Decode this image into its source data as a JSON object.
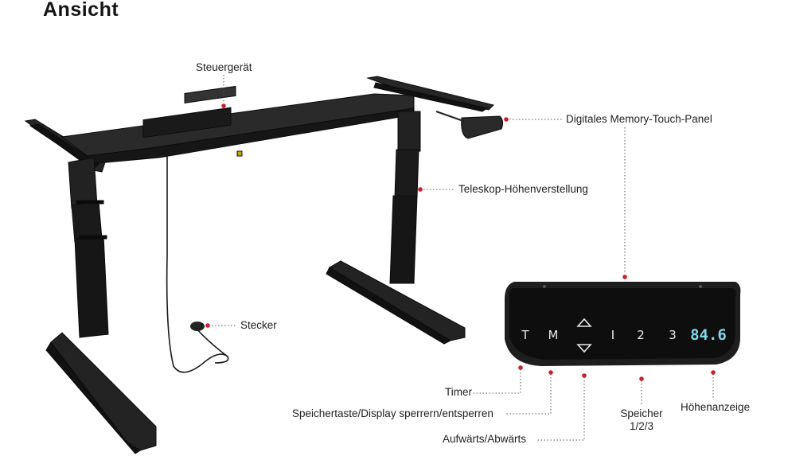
{
  "title": "Ansicht",
  "labels": {
    "steuergeraet": "Steuergerät",
    "touch_panel": "Digitales Memory-Touch-Panel",
    "teleskop": "Teleskop-Höhenverstellung",
    "stecker": "Stecker",
    "timer": "Timer",
    "speichertaste": "Speichertaste/Display sperrern/entsperren",
    "aufwaerts": "Aufwärts/Abwärts",
    "speicher_line1": "Speicher",
    "speicher_line2": "1/2/3",
    "hoehenanzeige": "Höhenanzeige"
  },
  "panel": {
    "key_t": "T",
    "key_m": "M",
    "key_1": "I",
    "key_2": "2",
    "key_3": "3",
    "display": "84.6"
  },
  "colors": {
    "marker": "#cc1f2d",
    "frame": "#1c1c1c",
    "display": "#7fd8e8"
  }
}
